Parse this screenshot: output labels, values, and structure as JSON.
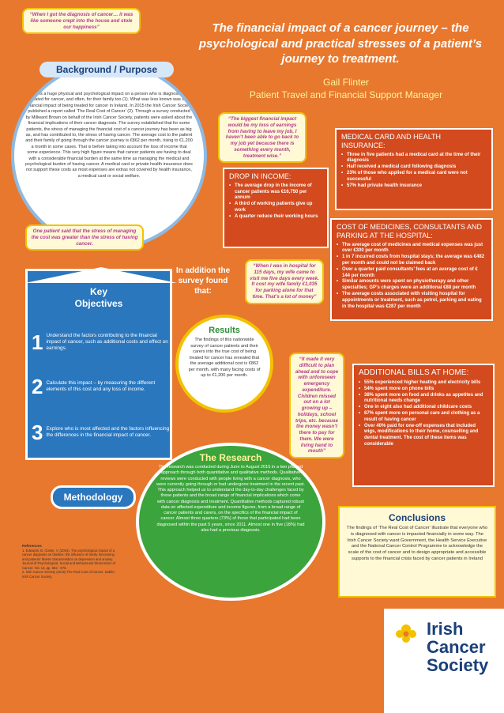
{
  "header": {
    "title": "The financial impact of a cancer journey – the psychological and practical stresses of a patient’s journey to treatment.",
    "author_name": "Gail Flinter",
    "author_role": "Patient Travel and Financial Support Manager"
  },
  "quotes": {
    "q1": "“When I got the diagnosis of cancer… it was like someone crept into the house and stole our happiness”",
    "q2": "One patient said that the stress of managing the cost was greater than the stress of having cancer.",
    "q3": "“The biggest financial impact would be my loss of earnings from having to leave my job, I haven’t been able to go back to my job yet because there is something every month, treatment wise.”",
    "q4": "“When I was in hospital for 115 days, my wife came to visit me five days every week. It cost my wife family €1,035 for parking alone for that time. That’s a lot of money”",
    "q5": "“It made it very difficult to plan ahead and to cope with unforeseen emergency expenditure. Children missed out on a lot growing up – holidays, school trips, etc. because the money wasn’t there to pay for them. We were living hand to mouth”"
  },
  "background": {
    "heading": "Background / Purpose",
    "text": "There is a huge physical and psychological impact on a person who is diagnosed and treated for cancer, and often, for their family too (1). What was less known was the financial impact of being treated for cancer in Ireland. In 2015 the Irish Cancer Society published a report called ‘The Real Cost of Cancer’ (2). Through a survey conducted by Millward Brown on behalf of the Irish Cancer Society, patients were asked about the financial implications of their cancer diagnosis. The survey established that for some patients, the stress of managing the financial cost of a cancer journey has been as big as, and has contributed to, the stress of having cancer. The average cost to the patient and their family of going through the cancer journey is €862 per month, rising to €1,200 a month in some cases. That is before taking into account the loss of income that some experience. This very high figure means that cancer patients are having to deal with a considerable financial burden at the same time as managing the medical and psychological burden of having cancer. A medical card or private health insurance does not support these costs as most expenses are extras not covered by health insurance, a medical card or social welfare."
  },
  "objectives": {
    "heading": "Key Objectives",
    "items": [
      {
        "num": "1",
        "text": "Understand the factors contributing to the financial impact of cancer, such as additional costs and effect on earnings."
      },
      {
        "num": "2",
        "text": "Calculate this impact – by measuring the different elements of this cost and any loss of income."
      },
      {
        "num": "3",
        "text": "Explore who is most affected and the factors influencing the differences in the financial impact of cancer."
      }
    ]
  },
  "methodology": {
    "label": "Methodology"
  },
  "references": {
    "heading": "References",
    "items": [
      "1.   Edwards, B. Clarke, V. (2004). The psychological impact of a cancer diagnosis on families: the influence of family functioning and patients’ illness characteristics on depression and anxiety. Journal of Psychological, Social and Behavioural Dimensions of Cancer. Vol. 13, pp. 562 - 576.",
      "2.   Irish Cancer Society (2015) The Real Cost of Cancer. Dublin: Irish Cancer Society."
    ]
  },
  "in_addition": "In addition the survey found that:",
  "results": {
    "heading": "Results",
    "text": "The findings of this nationwide survey of cancer patients and their carers into the true cost of being treated for cancer has revealed that the average additional cost is €862 per month, with many facing costs of up to €1,200 per month."
  },
  "research": {
    "heading": "The Research",
    "text": "The research was conducted during June to August 2015 in a two phased approach through both quantitative and qualitative methods. Qualitative reviews were conducted with people living with a cancer diagnosis, who were currently going through or had undergone treatment in the recent past. This approach helped us to understand the day-to-day challenges faced by these patients and the broad range of financial implications which come with cancer diagnosis and treatment. Quantitative methods captured robust data on affected expenditure and income figures, from a broad range of cancer patients and carers, on the specifics of the financial impact of cancer. Almost three quarters (73%) of those that participated had been diagnosed within the past 5 years, since 2011. Almost one in five (18%) had also had a previous diagnosis."
  },
  "drop_income": {
    "heading": "DROP IN INCOME:",
    "items": [
      "The average drop in the income of cancer patients was €16,750 per annum",
      "A third of working patients give up work",
      "A quarter reduce their working hours"
    ]
  },
  "medical_card": {
    "heading": "MEDICAL CARD AND HEALTH INSURANCE:",
    "items": [
      "Three in five patients had a medical card at the time of their diagnosis",
      "Half received a medical card following diagnosis",
      "23% of those who applied for a medical card were not successful",
      "57% had private health insurance"
    ]
  },
  "cost_medicines": {
    "heading": "COST OF MEDICINES, CONSULTANTS AND PARKING AT THE HOSPITAL:",
    "items": [
      "The average cost of medicines and medical expenses was just over €300 per month",
      "1 in 7 incurred costs from hospital stays; the average was €482 per month and could not be claimed back",
      "Over a quarter paid consultants’ fees at an average cost of € 144 per month",
      "Similar amounts were spent on physiotherapy and other specialties; GP’s charges were an additional €88 per month",
      "The average costs associated with visiting hospital for appointments or treatment, such as petrol, parking and eating in the hospital was €287 per month"
    ]
  },
  "additional_bills": {
    "heading": "ADDITIONAL BILLS AT HOME:",
    "items": [
      "55% experienced higher heating and electricity bills",
      "54% spent more on phone bills",
      "38% spent more on food and drinks as appetites and nutritional needs change",
      "One in eight also had additional childcare costs",
      "87% spent more on personal care and clothing as a result of having cancer",
      "Over 40% paid for one-off expenses that included wigs, modifications to their home, counselling and dental treatment. The cost of these items was considerable"
    ]
  },
  "conclusions": {
    "heading": "Conclusions",
    "text": "The findings of ‘The Real Cost of Cancer’ illustrate that everyone who is diagnosed with cancer is impacted financially in some way. The Irish Cancer Society want Government, the Health Service Executive and the National Cancer Control Programme to acknowledge the scale of the cost of cancer and to design appropriate and accessible supports to the financial crisis faced by cancer patients in Ireland"
  },
  "logo": {
    "line1": "Irish",
    "line2": "Cancer",
    "line3": "Society"
  },
  "colors": {
    "orange": "#e8782e",
    "blue": "#2a77be",
    "green": "#3ba43c",
    "red": "#d24a1e",
    "yellow": "#f2c200"
  }
}
